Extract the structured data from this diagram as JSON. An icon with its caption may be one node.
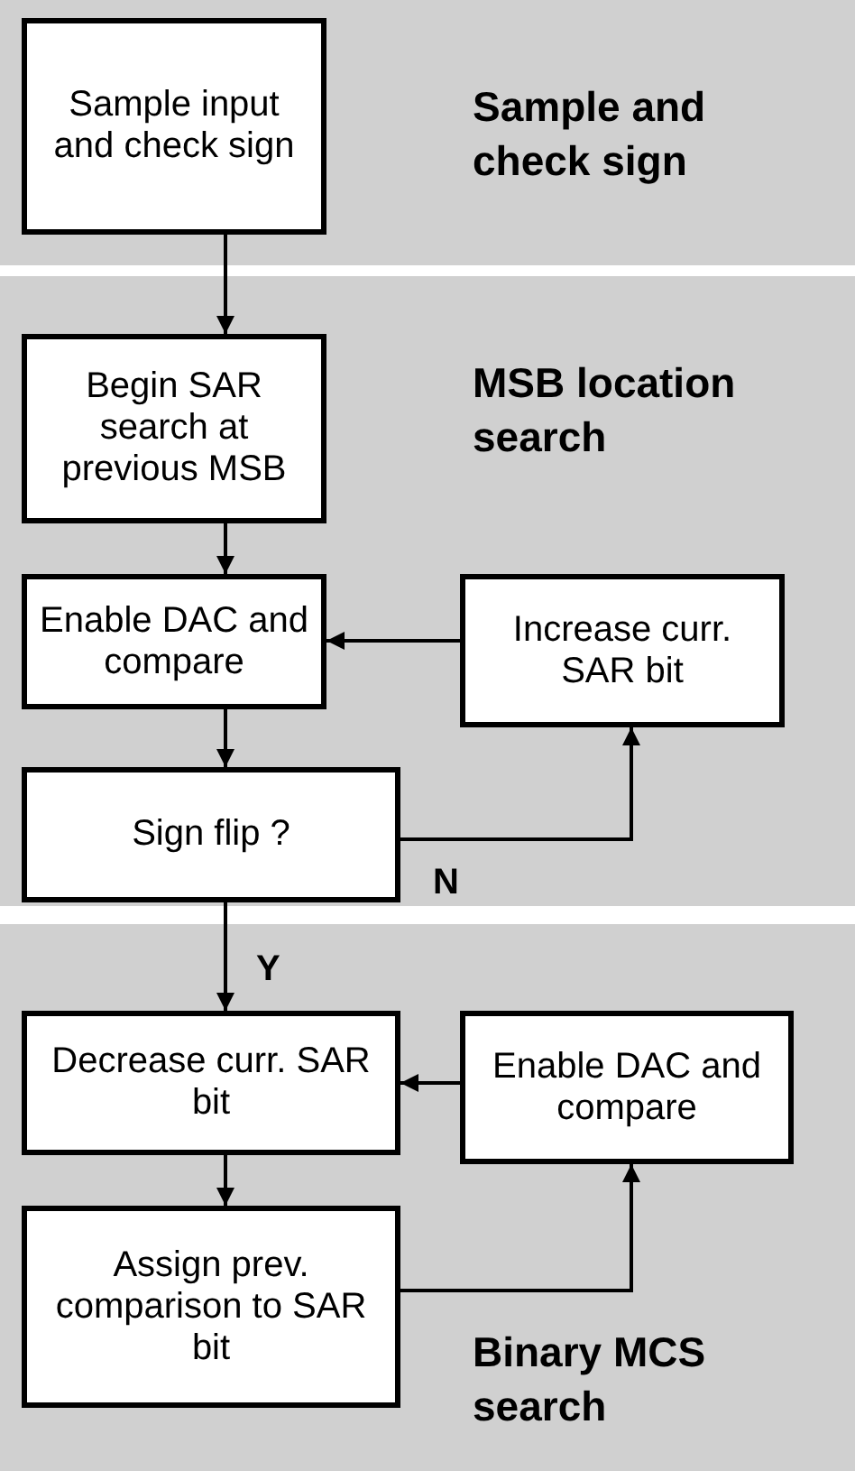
{
  "diagram": {
    "nodes": [
      {
        "text": [
          "Sample and check sign"
        ]
      },
      {
        "text": [
          "Sample input and check sign"
        ],
        "in": 0
      },
      {
        "text": [
          "MSB location search"
        ]
      },
      {
        "text": [
          "Begin SAR search at previous MSB"
        ],
        "in": 2
      },
      {
        "text": [
          "Enable DAC and compare"
        ],
        "in": 2
      },
      {
        "text": [
          "Increase curr. SAR bit"
        ],
        "in": 2
      },
      {
        "text": [
          "Sign flip ?"
        ],
        "in": 2
      },
      {
        "text": [
          "Binary MCS search"
        ]
      },
      {
        "text": [
          "Decrease curr. SAR bit"
        ],
        "in": 7
      },
      {
        "text": [
          "Enable DAC and compare"
        ],
        "in": 7
      },
      {
        "text": [
          "Assign prev. comparison to SAR bit"
        ],
        "in": 7
      }
    ],
    "edges": [
      {
        "from": 1,
        "to": 3,
        "arrow": "to"
      },
      {
        "from": 3,
        "to": 4,
        "arrow": "to"
      },
      {
        "from": 4,
        "to": 6,
        "arrow": "to"
      },
      {
        "from": 6,
        "to": 5,
        "arrow": "to",
        "label": "N"
      },
      {
        "from": 5,
        "to": 4,
        "arrow": "to"
      },
      {
        "from": 6,
        "to": 8,
        "arrow": "to",
        "label": "Y"
      },
      {
        "from": 8,
        "to": 10,
        "arrow": "to"
      },
      {
        "from": 10,
        "to": 9,
        "arrow": "to"
      },
      {
        "from": 9,
        "to": 8,
        "arrow": "to"
      }
    ]
  }
}
